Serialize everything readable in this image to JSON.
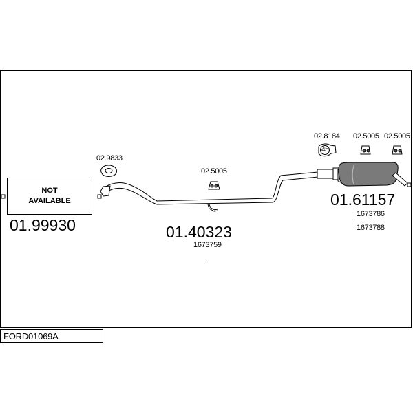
{
  "diagram_code": "FORD01069A",
  "not_available": {
    "text": "NOT\nAVAILABLE",
    "part_number": "01.99930"
  },
  "parts": {
    "middle_pipe": {
      "part_number": "01.40323",
      "oem": "1673759"
    },
    "rear_silencer": {
      "part_number": "01.61157",
      "oem_1": "1673786",
      "oem_2": "1673788"
    }
  },
  "accessories": {
    "flange_gasket": {
      "part_number": "02.9833"
    },
    "middle_hanger": {
      "part_number": "02.5005"
    },
    "clamp": {
      "part_number": "02.8184",
      "size": "45"
    },
    "rear_hanger_1": {
      "part_number": "02.5005"
    },
    "rear_hanger_2": {
      "part_number": "02.5005"
    }
  },
  "dot": "."
}
